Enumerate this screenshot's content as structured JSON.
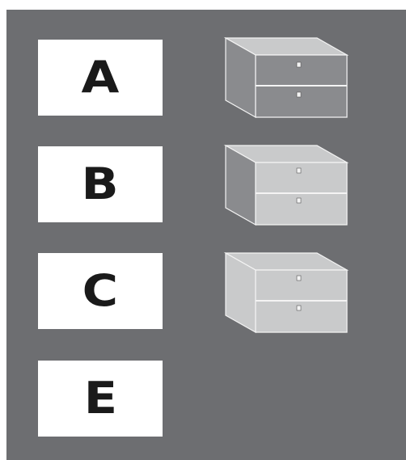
{
  "options": [
    {
      "letter": "A",
      "variant": "top-light"
    },
    {
      "letter": "B",
      "variant": "front-light"
    },
    {
      "letter": "C",
      "variant": "all-light"
    },
    {
      "letter": "E",
      "variant": "none"
    }
  ],
  "colors": {
    "background": "#6d6e71",
    "card": "#ffffff",
    "letter": "#1a1a1a",
    "unit_dark": "#8a8b8e",
    "unit_light": "#c9cacb",
    "unit_edge": "#f4f4f4"
  }
}
